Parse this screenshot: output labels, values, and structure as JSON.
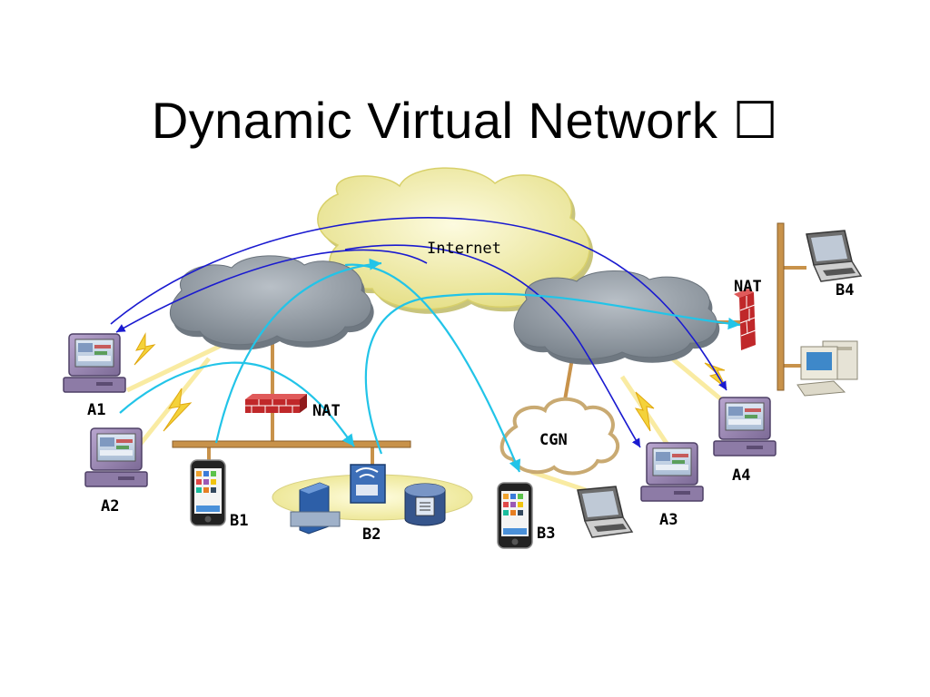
{
  "title": "Dynamic Virtual Network ☐",
  "labels": {
    "internet": "Internet",
    "nat_left": "NAT",
    "nat_right": "NAT",
    "cgn": "CGN",
    "a1": "A1",
    "a2": "A2",
    "a3": "A3",
    "a4": "A4",
    "b1": "B1",
    "b2": "B2",
    "b3": "B3",
    "b4": "B4"
  },
  "colors": {
    "internet_cloud": "#f5f0b0",
    "isp_cloud": "#9aa3ab",
    "tunnel_dark": "#1a1ad0",
    "tunnel_light": "#22c4e8",
    "firewall": "#c0282a",
    "lan_bus": "#c8924a"
  }
}
